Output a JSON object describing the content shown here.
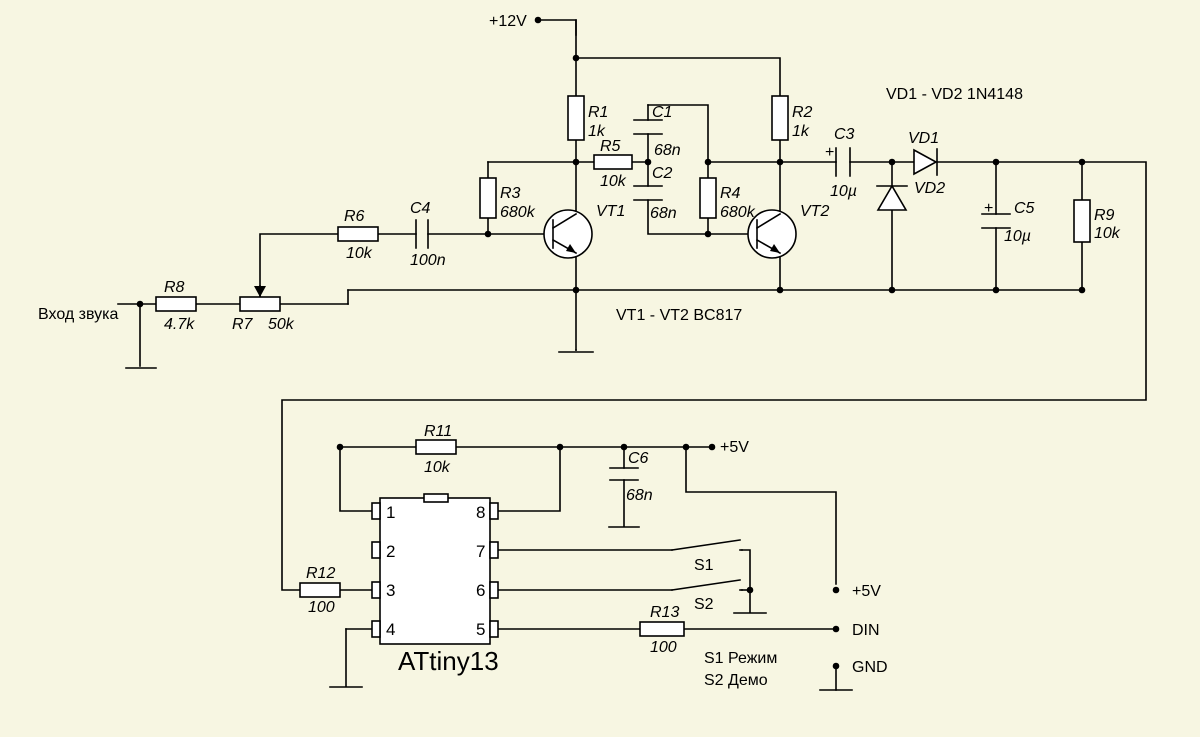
{
  "title": "VD1 - VD2  1N4148",
  "transistors_note": "VT1 - VT2 BC817",
  "rails": {
    "plus12": "+12V",
    "plus5_top": "+5V",
    "plus5_out": "+5V",
    "din": "DIN",
    "gnd": "GND"
  },
  "input_label": "Вход звука",
  "chip": {
    "name": "ATtiny13",
    "pins": [
      "1",
      "2",
      "3",
      "4",
      "5",
      "6",
      "7",
      "8"
    ]
  },
  "components": {
    "R1": {
      "ref": "R1",
      "value": "1k"
    },
    "R2": {
      "ref": "R2",
      "value": "1k"
    },
    "R3": {
      "ref": "R3",
      "value": "680k"
    },
    "R4": {
      "ref": "R4",
      "value": "680k"
    },
    "R5": {
      "ref": "R5",
      "value": "10k"
    },
    "R6": {
      "ref": "R6",
      "value": "10k"
    },
    "R7": {
      "ref": "R7",
      "value": "50k"
    },
    "R8": {
      "ref": "R8",
      "value": "4.7k"
    },
    "R9": {
      "ref": "R9",
      "value": "10k"
    },
    "R11": {
      "ref": "R11",
      "value": "10k"
    },
    "R12": {
      "ref": "R12",
      "value": "100"
    },
    "R13": {
      "ref": "R13",
      "value": "100"
    },
    "C1": {
      "ref": "C1",
      "value": "68n"
    },
    "C2": {
      "ref": "C2",
      "value": "68n"
    },
    "C3": {
      "ref": "C3",
      "value": "10µ",
      "polarity": "+"
    },
    "C4": {
      "ref": "C4",
      "value": "100n"
    },
    "C5": {
      "ref": "C5",
      "value": "10µ",
      "polarity": "+"
    },
    "C6": {
      "ref": "C6",
      "value": "68n"
    },
    "VT1": {
      "ref": "VT1"
    },
    "VT2": {
      "ref": "VT2"
    },
    "VD1": {
      "ref": "VD1"
    },
    "VD2": {
      "ref": "VD2"
    },
    "S1": {
      "ref": "S1"
    },
    "S2": {
      "ref": "S2"
    }
  },
  "legend": {
    "s1": "S1 Режим",
    "s2": "S2 Демо"
  }
}
